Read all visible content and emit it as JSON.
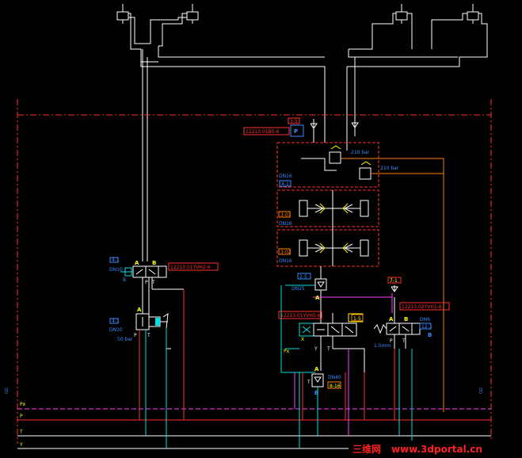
{
  "colors": {
    "background": "#000000",
    "white": "#ffffff",
    "red": "#ff3030",
    "blue": "#3a8cff",
    "yellow": "#ffff00",
    "cyan": "#00e0e0",
    "magenta": "#ff40ff",
    "orange": "#ff8000",
    "pink": "#ff6080"
  },
  "port_labels": {
    "a": "A",
    "b": "B",
    "p": "P",
    "t": "T",
    "x": "X",
    "y": "Y",
    "px": "Px"
  },
  "line_labels": {
    "px": "Px",
    "p": "P",
    "t": "T",
    "y": "Y"
  },
  "tags": {
    "valve_main": "12213.01B0-6",
    "valve_left": "12213.01YVH2-6",
    "valve_center": "12213.01YVH5-6",
    "valve_right": "12213.02YVH1-6"
  },
  "dn_labels": {
    "dn10_upper": "DN10",
    "dn10_lower": "DN10",
    "dn16_main": "DN16",
    "dn16_mid": "DN16",
    "dn16_low": "DN16",
    "dn25": "DN25",
    "dn6_right": "DN6"
  },
  "pressure_labels": {
    "relief1": "210 bar",
    "relief2": "210 bar",
    "left_relief": "50 bar"
  },
  "orifice_label": "1.5mm",
  "p_box_label": "P",
  "side_labels": {
    "left": "GD",
    "right": "GD"
  },
  "watermark": {
    "chinese": "三维网",
    "url": "www.3dportal.cn"
  }
}
